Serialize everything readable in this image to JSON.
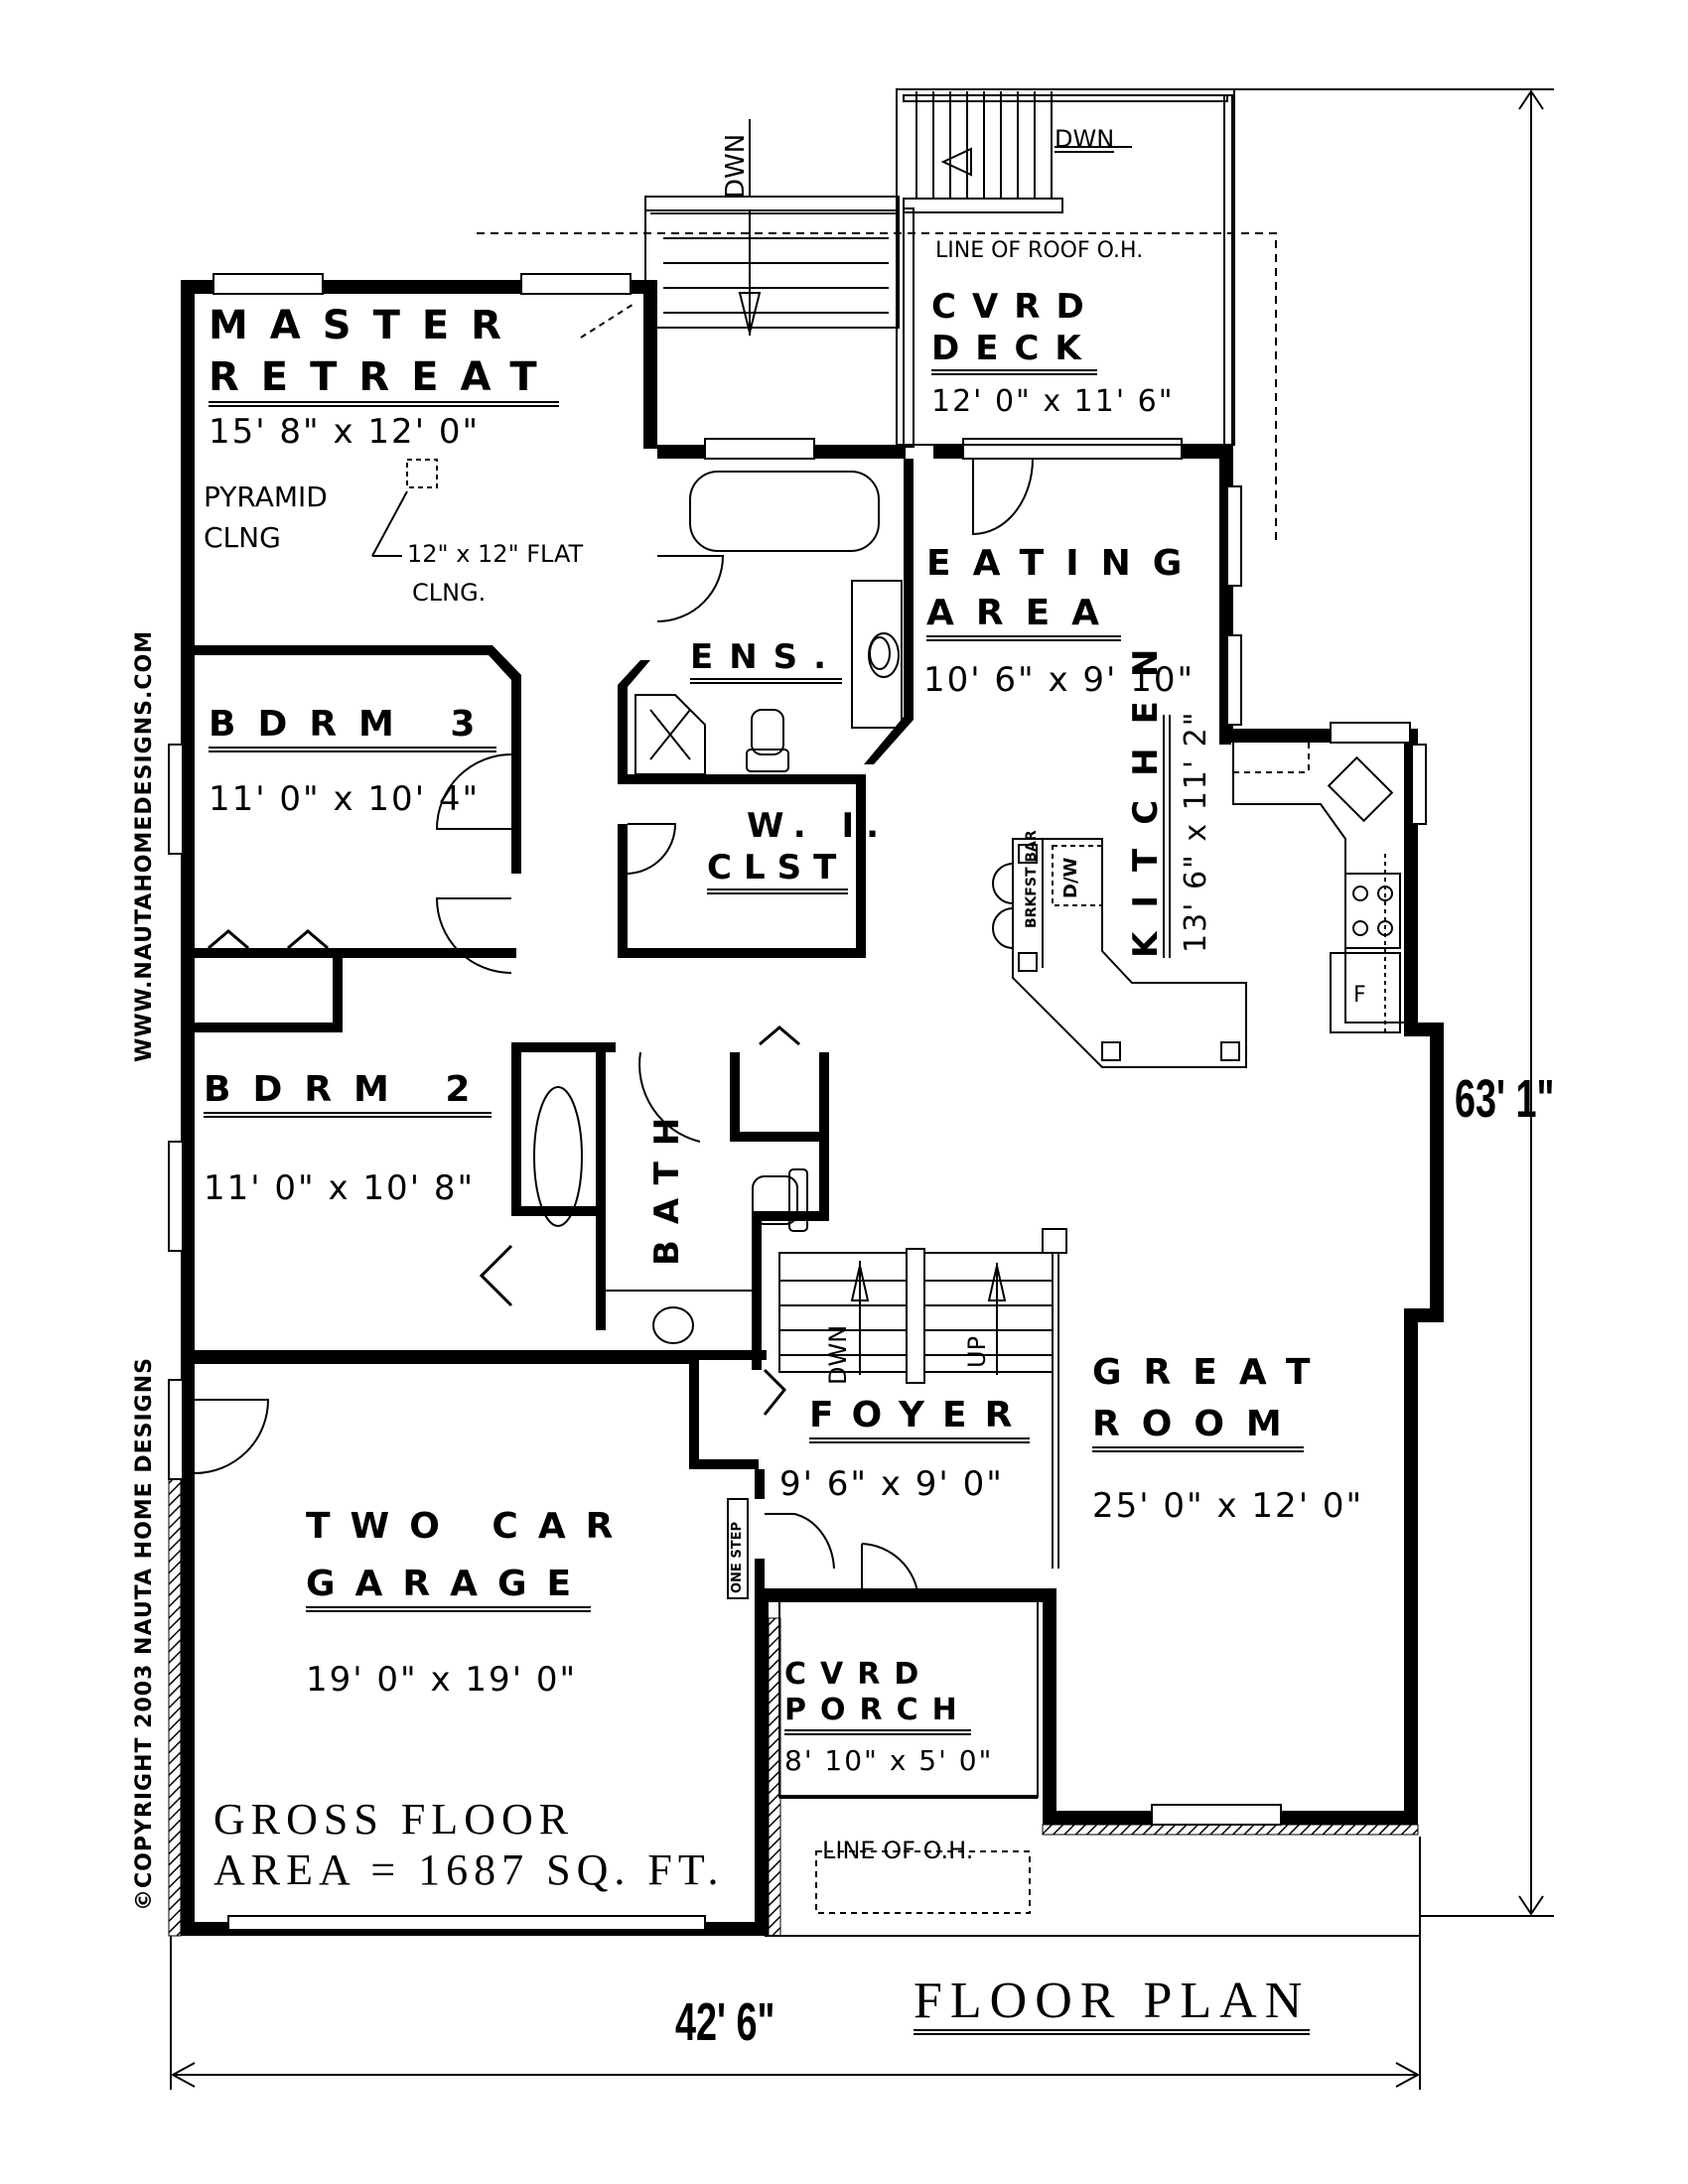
{
  "plan": {
    "title": "FLOOR PLAN",
    "gross_area_line1": "GROSS FLOOR",
    "gross_area_line2": "AREA = 1687 SQ. FT.",
    "overall_width": "42' 6\"",
    "overall_depth": "63' 1\"",
    "website": "WWW.NAUTAHOMEDESIGNS.COM",
    "copyright": "©COPYRIGHT 2003 NAUTA HOME DESIGNS"
  },
  "rooms": {
    "master": {
      "line1": "MASTER",
      "line2": "RETREAT",
      "size": "15' 8\" x 12' 0\"",
      "note1": "PYRAMID",
      "note2": "CLNG",
      "note3": "12\" x 12\" FLAT",
      "note4": "CLNG."
    },
    "deck": {
      "line1": "CVRD",
      "line2": "DECK",
      "size": "12' 0\" x 11' 6\"",
      "roof_note": "LINE OF ROOF O.H."
    },
    "ens": {
      "name": "ENS."
    },
    "eating": {
      "line1": "EATING",
      "line2": "AREA",
      "size": "10' 6\" x 9' 10\""
    },
    "kitchen": {
      "name": "KITCHEN",
      "size": "13' 6\" x 11' 2\"",
      "bar": "BRKFST BAR",
      "dw": "D/W",
      "fridge": "F"
    },
    "bdrm3": {
      "name": "BDRM 3",
      "size": "11' 0\" x 10' 4\""
    },
    "wic": {
      "line1": "W. I.",
      "line2": "CLST"
    },
    "bdrm2": {
      "name": "BDRM 2",
      "size": "11' 0\" x 10' 8\""
    },
    "bath": {
      "name": "BATH"
    },
    "foyer": {
      "name": "FOYER",
      "size": "9' 6\" x 9' 0\"",
      "stair_down": "DWN",
      "stair_up": "UP"
    },
    "great": {
      "line1": "GREAT",
      "line2": "ROOM",
      "size": "25' 0\" x 12' 0\""
    },
    "garage": {
      "line1": "TWO CAR",
      "line2": "GARAGE",
      "size": "19' 0\" x 19' 0\"",
      "step": "ONE STEP"
    },
    "porch": {
      "line1": "CVRD",
      "line2": "PORCH",
      "size": "8' 10\" x 5' 0\"",
      "oh_note": "LINE OF O.H."
    }
  },
  "stairs": {
    "rear_stair": "DWN",
    "deck_stair": "DWN"
  }
}
